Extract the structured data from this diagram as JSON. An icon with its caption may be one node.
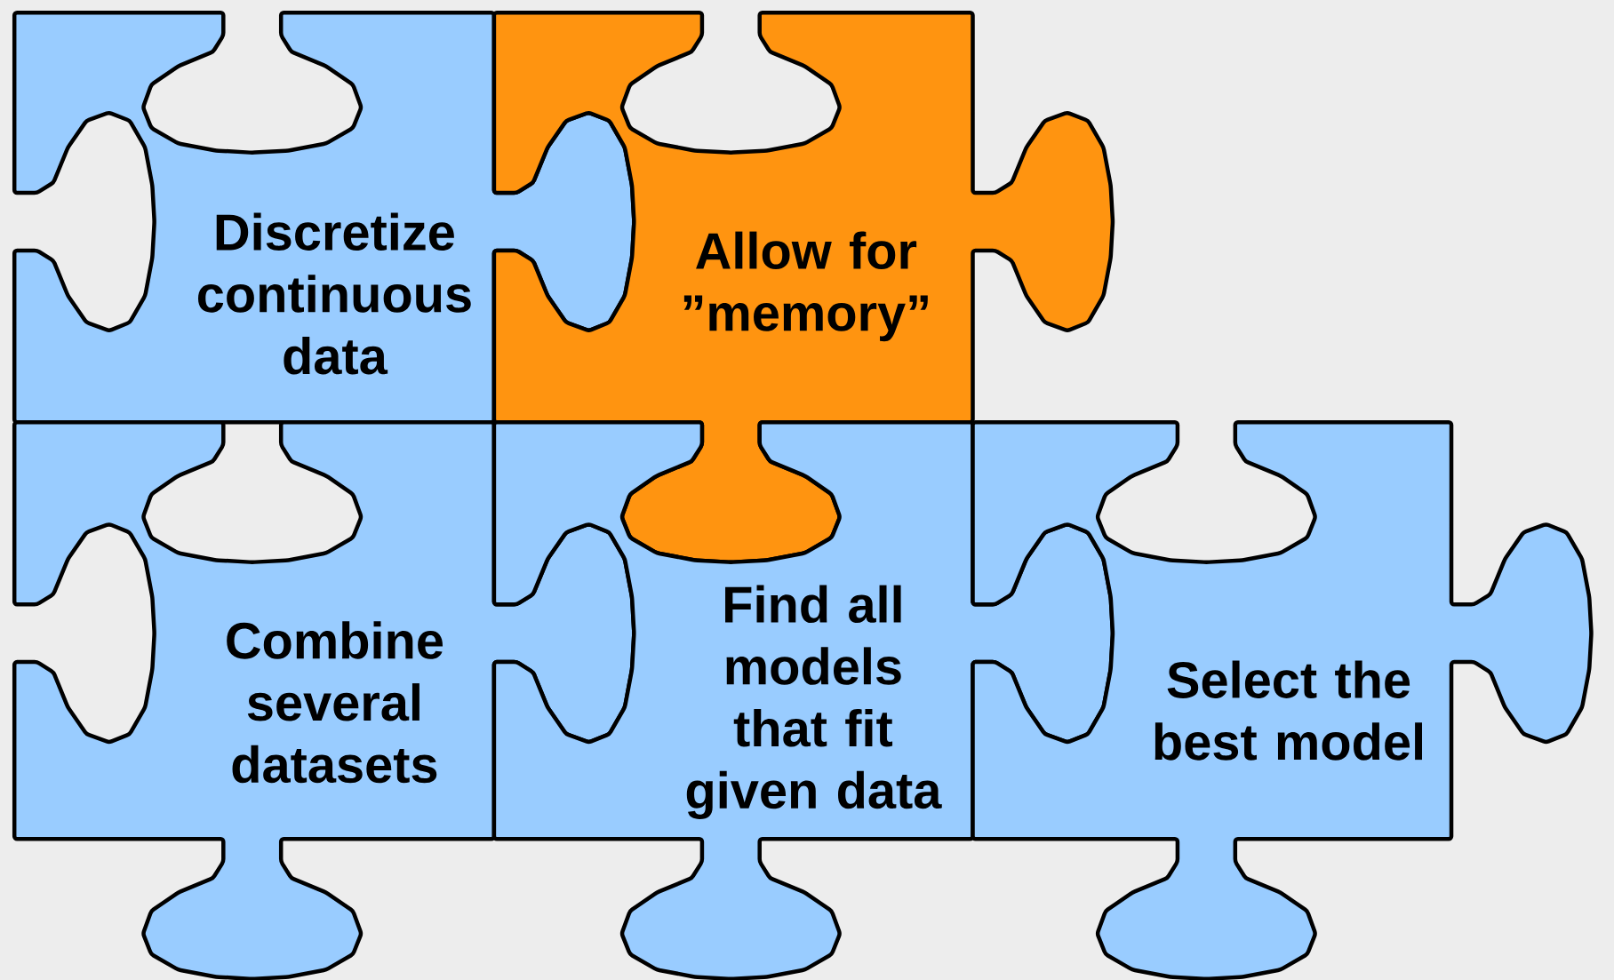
{
  "diagram": {
    "nodes": [
      {
        "text": [
          "Discretize continuous data"
        ]
      },
      {
        "text": [
          "Allow for ”memory”"
        ]
      },
      {
        "text": [
          "Combine several datasets"
        ]
      },
      {
        "text": [
          "Find all models that fit given data"
        ]
      },
      {
        "text": [
          "Select the best model"
        ]
      }
    ]
  }
}
